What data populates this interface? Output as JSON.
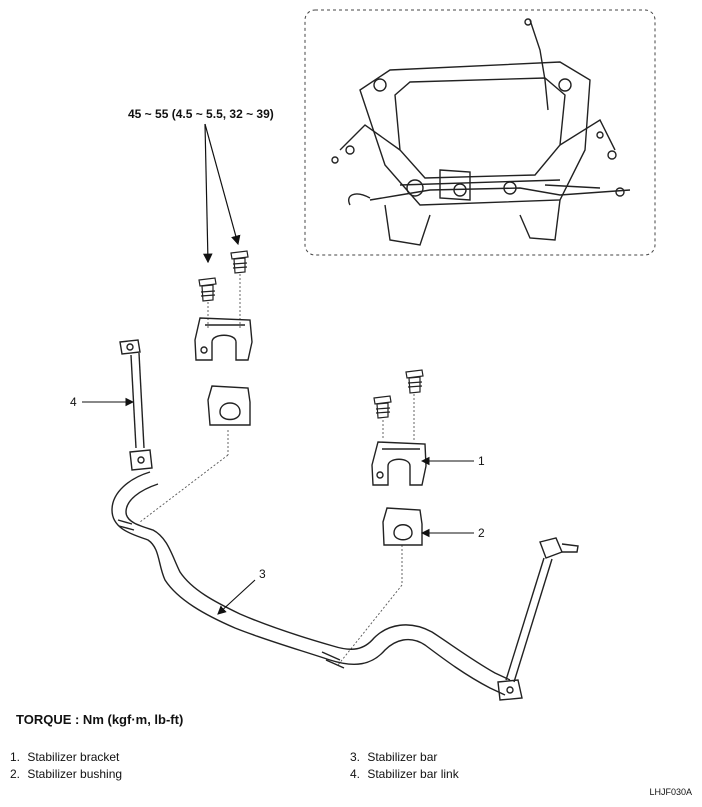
{
  "torque_spec": "45 ~ 55 (4.5 ~ 5.5, 32 ~ 39)",
  "callouts": [
    "1",
    "2",
    "3",
    "4"
  ],
  "torque_title": "TORQUE : Nm (kgf·m, lb-ft)",
  "legend": [
    {
      "num": "1.",
      "label": "Stabilizer bracket"
    },
    {
      "num": "2.",
      "label": "Stabilizer bushing"
    },
    {
      "num": "3.",
      "label": "Stabilizer bar"
    },
    {
      "num": "4.",
      "label": "Stabilizer bar link"
    }
  ],
  "figure_code": "LHJF030A"
}
